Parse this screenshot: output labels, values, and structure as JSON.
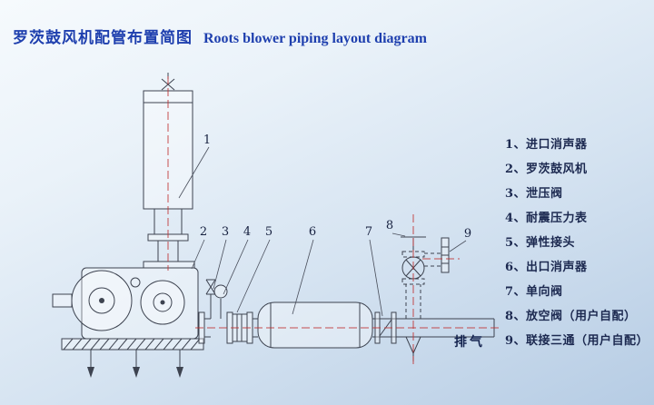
{
  "title": {
    "zh": "罗茨鼓风机配管布置简图",
    "en": "Roots blower piping layout diagram"
  },
  "callouts": [
    "1",
    "2",
    "3",
    "4",
    "5",
    "6",
    "7",
    "8",
    "9"
  ],
  "labels": {
    "exhaust": "排气"
  },
  "legend": {
    "items": [
      "1、进口消声器",
      "2、罗茨鼓风机",
      "3、泄压阀",
      "4、耐震压力表",
      "5、弹性接头",
      "6、出口消声器",
      "7、单向阀",
      "8、放空阀（用户自配）",
      "9、联接三通（用户自配）"
    ]
  },
  "colors": {
    "title_blue": "#1e3fae",
    "legend_text": "#1c2950",
    "drawing_line": "#3d4350",
    "centerline_red": "#c03030",
    "background_top": "#f6fafd",
    "background_bottom": "#b6cce4"
  }
}
